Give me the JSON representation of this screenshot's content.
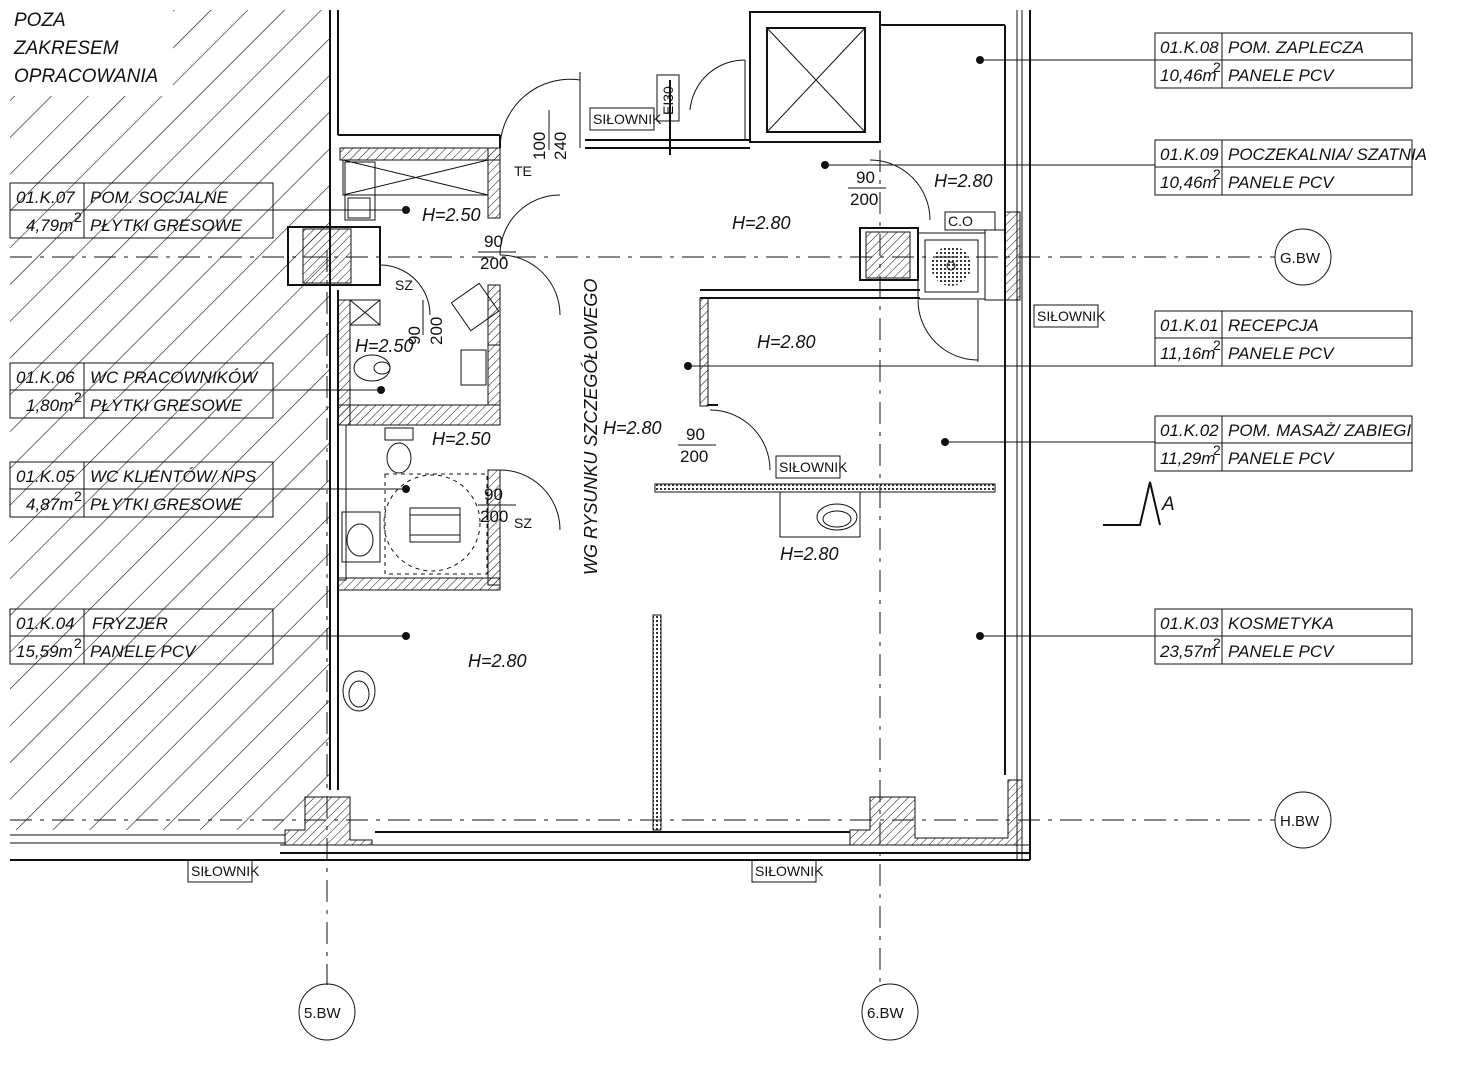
{
  "zone_note": {
    "line1": "POZA",
    "line2": "ZAKRESEM",
    "line3": "OPRACOWANIA"
  },
  "rooms": [
    {
      "id": "01.K.07",
      "name": "POM. SOCJALNE",
      "area": "4,79m",
      "floor": "PŁYTKI GRESOWE"
    },
    {
      "id": "01.K.06",
      "name": "WC PRACOWNIKÓW",
      "area": "1,80m",
      "floor": "PŁYTKI GRESOWE"
    },
    {
      "id": "01.K.05",
      "name": "WC KLIENTÓW/ NPS",
      "area": "4,87m",
      "floor": "PŁYTKI GRESOWE"
    },
    {
      "id": "01.K.04",
      "name": "FRYZJER",
      "area": "15,59m",
      "floor": "PANELE PCV"
    },
    {
      "id": "01.K.08",
      "name": "POM. ZAPLECZA",
      "area": "10,46m",
      "floor": "PANELE PCV"
    },
    {
      "id": "01.K.09",
      "name": "POCZEKALNIA/ SZATNIA",
      "area": "10,46m",
      "floor": "PANELE PCV"
    },
    {
      "id": "01.K.01",
      "name": "RECEPCJA",
      "area": "11,16m",
      "floor": "PANELE PCV"
    },
    {
      "id": "01.K.02",
      "name": "POM. MASAŻ/ ZABIEGI",
      "area": "11,29m",
      "floor": "PANELE PCV"
    },
    {
      "id": "01.K.03",
      "name": "KOSMETYKA",
      "area": "23,57m",
      "floor": "PANELE PCV"
    }
  ],
  "area_unit_sup": "2",
  "heights": {
    "h250": "H=2.50",
    "h280": "H=2.80"
  },
  "door_dims": {
    "w90": "90",
    "h200": "200",
    "w100": "100",
    "h240": "240"
  },
  "tags": {
    "silownik": "SIŁOWNIK",
    "sz": "SZ",
    "te": "TE",
    "co": "C.O",
    "e30": "EI30"
  },
  "vertical_note": "WG RYSUNKU SZCZEGÓŁOWEGO",
  "section_mark": "A",
  "axes": {
    "g": "G.BW",
    "h": "H.BW",
    "a5": "5.BW",
    "a6": "6.BW"
  }
}
